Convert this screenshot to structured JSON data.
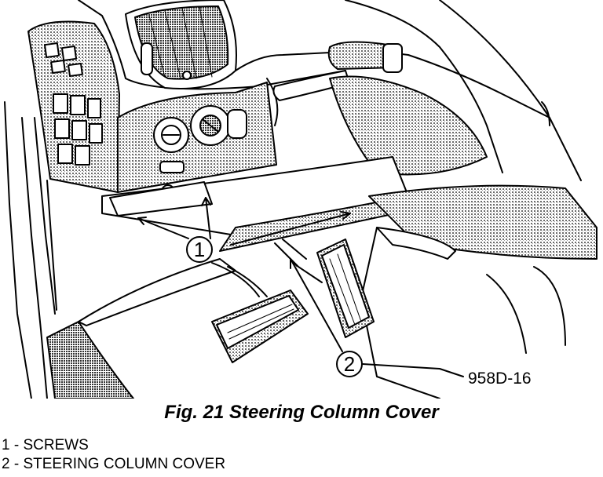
{
  "figure": {
    "ref_code": "958D-16",
    "callouts": [
      {
        "number": "1"
      },
      {
        "number": "2"
      }
    ]
  },
  "caption": "Fig. 21 Steering Column Cover",
  "legend": [
    {
      "text": "1 - SCREWS"
    },
    {
      "text": "2 - STEERING COLUMN COVER"
    }
  ],
  "colors": {
    "ink": "#000000",
    "shade": "#9a9a9a",
    "paper": "#ffffff"
  }
}
